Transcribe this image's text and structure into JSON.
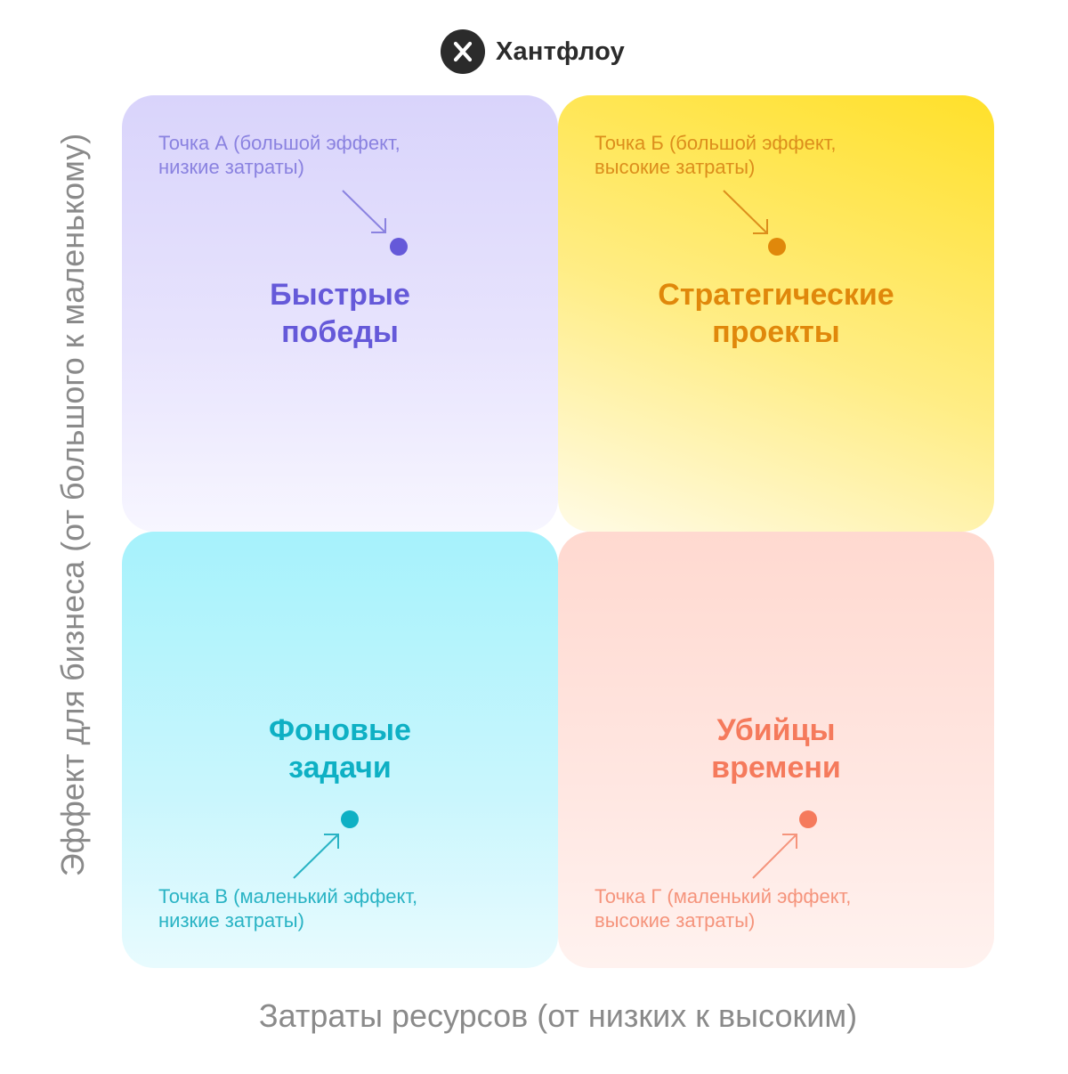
{
  "brand": {
    "name": "Хантфлоу",
    "icon": "x-logo-icon"
  },
  "axes": {
    "y_label": "Эффект для бизнеса (от большого к маленькому)",
    "x_label": "Затраты ресурсов (от низких к высоким)"
  },
  "quadrants": [
    {
      "title_line1": "Быстрые",
      "title_line2": "победы",
      "note_line1": "Точка А (большой эффект,",
      "note_line2": "низкие затраты)",
      "color": "#6559d9"
    },
    {
      "title_line1": "Стратегические",
      "title_line2": "проекты",
      "note_line1": "Точка Б (большой эффект,",
      "note_line2": "высокие затраты)",
      "color": "#e0880b"
    },
    {
      "title_line1": "Фоновые",
      "title_line2": "задачи",
      "note_line1": "Точка В (маленький эффект,",
      "note_line2": "низкие затраты)",
      "color": "#0eb0c4"
    },
    {
      "title_line1": "Убийцы",
      "title_line2": "времени",
      "note_line1": "Точка Г (маленький эффект,",
      "note_line2": "высокие затраты)",
      "color": "#f57a5c"
    }
  ]
}
